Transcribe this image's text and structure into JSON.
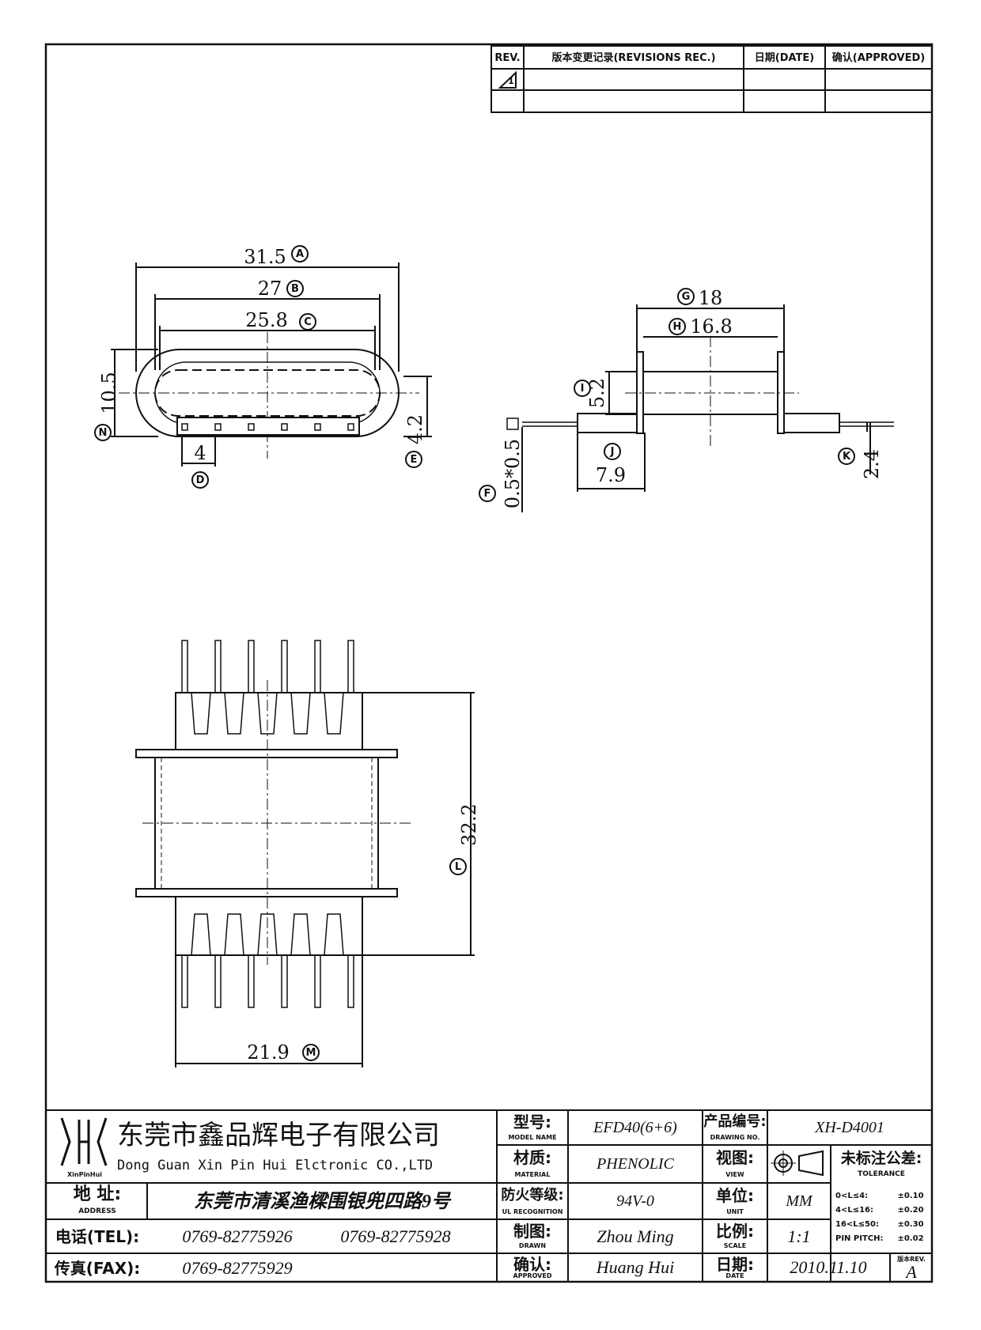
{
  "revision_table": {
    "headers": [
      "REV.",
      "版本变更记录(REVISIONS REC.)",
      "日期(DATE)",
      "确认(APPROVED)"
    ],
    "rev_mark": "1"
  },
  "dimensions": {
    "A": {
      "letter": "A",
      "value": "31.5"
    },
    "B": {
      "letter": "B",
      "value": "27"
    },
    "C": {
      "letter": "C",
      "value": "25.8"
    },
    "D": {
      "letter": "D",
      "value": "4"
    },
    "E": {
      "letter": "E",
      "value": "4.2"
    },
    "F": {
      "letter": "F",
      "value": "0.5*0.5"
    },
    "G": {
      "letter": "G",
      "value": "18"
    },
    "H": {
      "letter": "H",
      "value": "16.8"
    },
    "I": {
      "letter": "I",
      "value": "5.2"
    },
    "J": {
      "letter": "J",
      "value": "7.9"
    },
    "K": {
      "letter": "K",
      "value": "2.4"
    },
    "L": {
      "letter": "L",
      "value": "32.2"
    },
    "M": {
      "letter": "M",
      "value": "21.9"
    },
    "N": {
      "letter": "N",
      "value": "10.5"
    }
  },
  "title_block": {
    "logo_text": "XinPinHui",
    "company_cn": "东莞市鑫品辉电子有限公司",
    "company_en": "Dong Guan Xin Pin Hui Elctronic CO.,LTD",
    "address_label_cn": "地 址:",
    "address_label_en": "ADDRESS",
    "address_value": "东莞市清溪渔樑围银兜四路9号",
    "tel_label": "电话(TEL):",
    "tel_1": "0769-82775926",
    "tel_2": "0769-82775928",
    "fax_label": "传真(FAX):",
    "fax": "0769-82775929",
    "model_label_cn": "型号:",
    "model_label_en": "MODEL NAME",
    "model_value": "EFD40(6+6)",
    "material_label_cn": "材质:",
    "material_label_en": "MATERIAL",
    "material_value": "PHENOLIC",
    "ul_label_cn": "防火等级:",
    "ul_label_en": "UL RECOGNITION",
    "ul_value": "94V-0",
    "drawn_label_cn": "制图:",
    "drawn_label_en": "DRAWN",
    "drawn_value": "Zhou Ming",
    "approved_label_cn": "确认:",
    "approved_label_en": "APPROVED",
    "approved_value": "Huang Hui",
    "drawing_no_label_cn": "产品编号:",
    "drawing_no_label_en": "DRAWING NO.",
    "drawing_no_value": "XH-D4001",
    "view_label_cn": "视图:",
    "view_label_en": "VIEW",
    "unit_label_cn": "单位:",
    "unit_label_en": "UNIT",
    "unit_value": "MM",
    "scale_label_cn": "比例:",
    "scale_label_en": "SCALE",
    "scale_value": "1:1",
    "date_label_cn": "日期:",
    "date_label_en": "DATE",
    "date_value": "2010.11.10",
    "tolerance_title_cn": "未标注公差:",
    "tolerance_title_en": "TOLERANCE",
    "tolerances": [
      {
        "range": "0<L≤4:",
        "value": "±0.10"
      },
      {
        "range": "4<L≤16:",
        "value": "±0.20"
      },
      {
        "range": "16<L≤50:",
        "value": "±0.30"
      },
      {
        "range": "PIN PITCH:",
        "value": "±0.02"
      }
    ],
    "rev_label": "版本REV.",
    "rev_value": "A"
  }
}
